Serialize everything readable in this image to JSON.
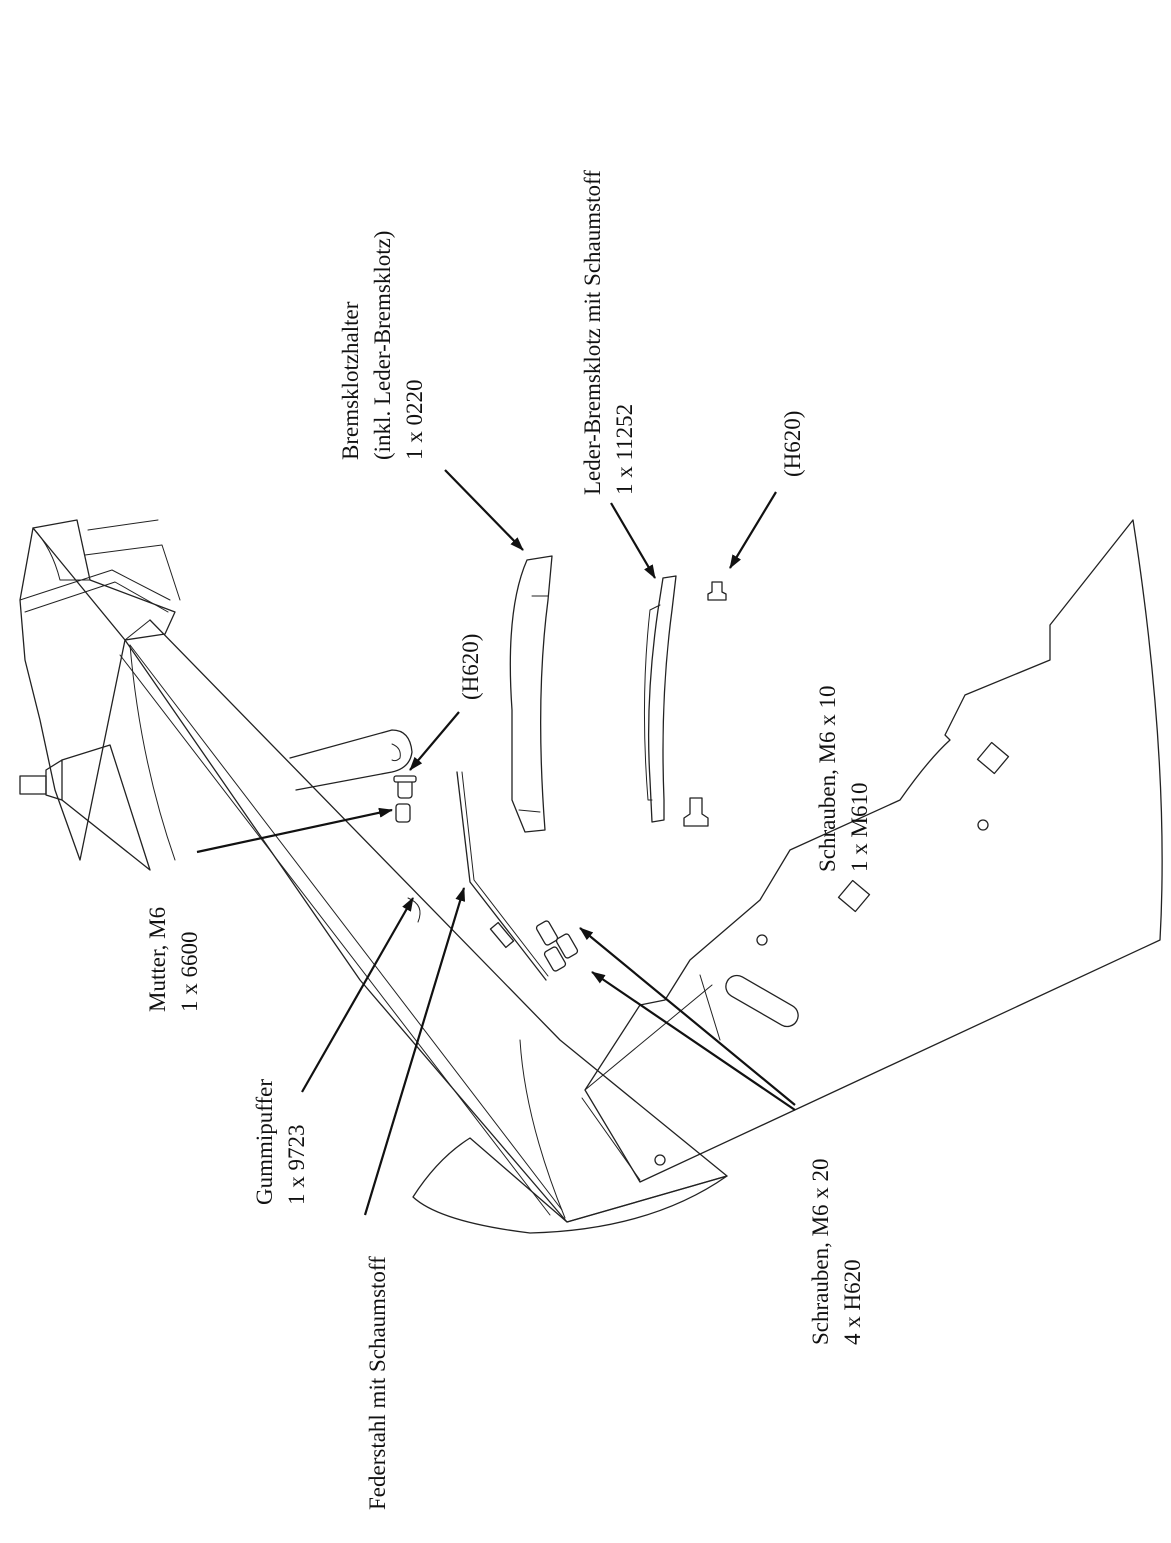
{
  "callouts": {
    "bremsklotzhalter": {
      "line1": "Bremsklotzhalter",
      "line2": "(inkl. Leder-Bremsklotz)",
      "line3": "1 x 0220"
    },
    "leder_bremsklotz": {
      "line1": "Leder-Bremsklotz mit Schaumstoff",
      "line2": "1 x 11252"
    },
    "h620_top_right": {
      "line1": "(H620)"
    },
    "h620_left": {
      "line1": "(H620)"
    },
    "schrauben_m6x10": {
      "line1": "Schrauben, M6 x 10",
      "line2": "1 x M610"
    },
    "mutter_m6": {
      "line1": "Mutter, M6",
      "line2": "1 x 6600"
    },
    "gummipuffer": {
      "line1": "Gummipuffer",
      "line2": "1 x 9723"
    },
    "federstahl": {
      "line1": "Federstahl mit Schaumstoff"
    },
    "schrauben_m6x20": {
      "line1": "Schrauben, M6 x 20",
      "line2": "4 x H620"
    }
  }
}
